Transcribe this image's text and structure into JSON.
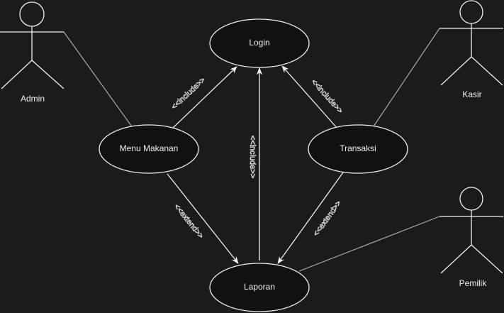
{
  "actors": {
    "admin": "Admin",
    "kasir": "Kasir",
    "pemilik": "Pemilik"
  },
  "use_cases": {
    "login": "Login",
    "menu_makanan": "Menu Makanan",
    "transaksi": "Transaksi",
    "laporan": "Laporan"
  },
  "relations": {
    "menu_login": "<<include>>",
    "laporan_login": "<<include>>",
    "transaksi_login": "<<include>>",
    "menu_laporan": "<<extend>>",
    "transaksi_laporan": "<<extend>>"
  },
  "colors": {
    "background": "#1b1b1b",
    "stroke": "#f0f0f0",
    "association": "#aaaaaa"
  }
}
